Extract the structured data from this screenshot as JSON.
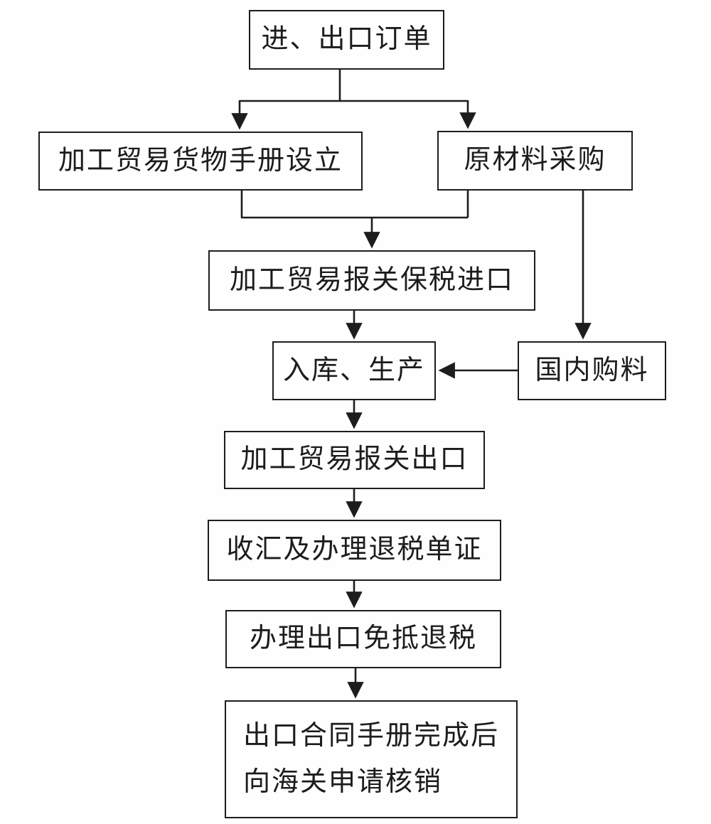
{
  "diagram": {
    "colors": {
      "line": "#1d1d1d",
      "text": "#1c1c1c",
      "background": "#fefefe"
    },
    "nodes": [
      {
        "id": "order",
        "label": "进、出口订单"
      },
      {
        "id": "handbook-setup",
        "label": "加工贸易货物手册设立"
      },
      {
        "id": "raw-materials",
        "label": "原材料采购"
      },
      {
        "id": "bonded-import",
        "label": "加工贸易报关保税进口"
      },
      {
        "id": "warehouse-production",
        "label": "入库、生产"
      },
      {
        "id": "domestic-purchase",
        "label": "国内购料"
      },
      {
        "id": "export-declaration",
        "label": "加工贸易报关出口"
      },
      {
        "id": "forex-tax-docs",
        "label": "收汇及办理退税单证"
      },
      {
        "id": "tax-exemption",
        "label": "办理出口免抵退税"
      },
      {
        "id": "final-verification",
        "lines": [
          "出口合同手册完成后",
          "向海关申请核销"
        ]
      }
    ]
  }
}
